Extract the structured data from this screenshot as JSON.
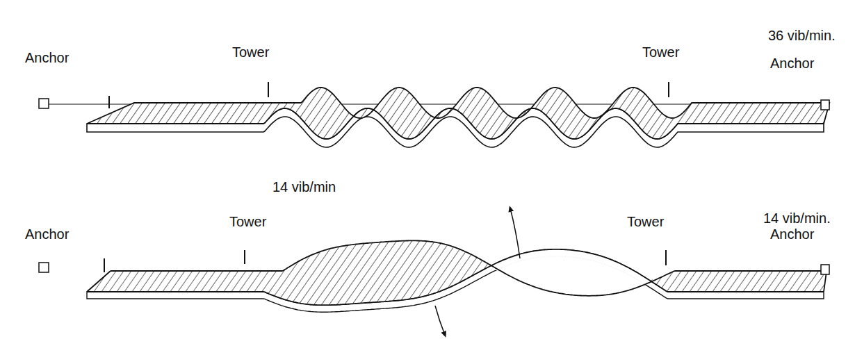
{
  "diagram": {
    "labels": [
      "36 vib/min.",
      "Anchor",
      "Tower",
      "Tower",
      "Anchor",
      "14 vib/min",
      "14 vib/min.",
      "Anchor",
      "Tower",
      "Tower",
      "Anchor"
    ]
  }
}
